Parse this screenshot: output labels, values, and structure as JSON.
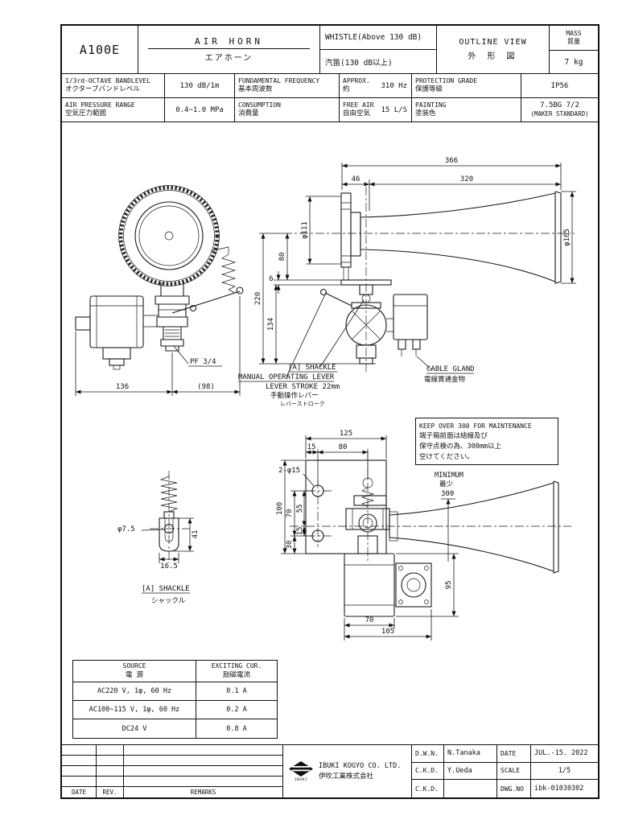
{
  "header": {
    "model": "A100E",
    "product": {
      "en": "AIR HORN",
      "ja": "エアホーン"
    },
    "whistle": {
      "en": "WHISTLE(Above 130 dB)",
      "ja": "汽笛(130 dB以上)"
    },
    "outline": {
      "en": "OUTLINE VIEW",
      "ja": "外 形 図"
    },
    "mass": {
      "en": "MASS",
      "ja": "質量",
      "value": "7 kg"
    }
  },
  "specs": {
    "bandlevel": {
      "en": "1/3rd-OCTAVE BANDLEVEL",
      "ja": "オクターブバンドレベル",
      "value": "130 dB/1m"
    },
    "frequency": {
      "en": "FUNDAMENTAL FREQUENCY",
      "ja": "基本周波数"
    },
    "approx": {
      "en": "APPROX.",
      "ja": "約",
      "value": "310 Hz"
    },
    "protection": {
      "en": "PROTECTION GRADE",
      "ja": "保護等級",
      "value": "IP56"
    },
    "pressure": {
      "en": "AIR PRESSURE RANGE",
      "ja": "空気圧力範囲",
      "value": "0.4~1.0 MPa"
    },
    "consumption": {
      "en": "CONSUMPTION",
      "ja": "消費量"
    },
    "freeair": {
      "en": "FREE AIR",
      "ja": "自由空気",
      "value": "15 L/S"
    },
    "painting": {
      "en": "PAINTING",
      "ja": "塗装色",
      "value": "7.5BG 7/2",
      "note": "(MAKER STANDARD)"
    }
  },
  "side_view": {
    "dim_total": "366",
    "dim_flange": "46",
    "dim_horn": "320",
    "dim_bolt_circle": "φ111",
    "dim_bell": "φ165",
    "dim_80": "80",
    "dim_6": "6",
    "dim_220": "220",
    "dim_134": "134",
    "shackle_label": "[A] SHACKLE",
    "lever_label": "MANUAL OPERATING LEVER",
    "lever_stroke": "LEVER STROKE 22mm",
    "lever_ja": "手動操作レバー",
    "lever_stroke_ja": "レバーストローク",
    "gland_en": "CABLE GLAND",
    "gland_ja": "電線貫通金物"
  },
  "front_view": {
    "thread": "PF 3/4",
    "dim_width": "136",
    "dim_lever": "(98)"
  },
  "mount_view": {
    "dim_125": "125",
    "dim_15_top": "15",
    "dim_80": "80",
    "holes": "2-φ15",
    "dim_100": "100",
    "dim_70_left": "70",
    "dim_55": "55",
    "dim_30": "30",
    "dim_15_left": "15",
    "minimum_en": "MINIMUM",
    "minimum_ja": "最少",
    "minimum_value": "300",
    "dim_95": "95",
    "dim_70_bottom": "70",
    "dim_105": "105"
  },
  "shackle_detail": {
    "dim_hole": "φ7.5",
    "dim_41": "41",
    "dim_165": "16.5",
    "label_en": "[A] SHACKLE",
    "label_ja": "シャックル"
  },
  "maintenance_note": {
    "line1": "KEEP OVER 300 FOR MAINTENANCE",
    "line2": "端子箱前面は結線及び",
    "line3": "保守点検の為、300mm以上",
    "line4": "空けてください。"
  },
  "source_table": {
    "col1": {
      "en": "SOURCE",
      "ja": "電 源"
    },
    "col2": {
      "en": "EXCITING CUR.",
      "ja": "励磁電流"
    },
    "rows": [
      {
        "source": "AC220 V, 1φ, 60 Hz",
        "current": "0.1 A"
      },
      {
        "source": "AC100~115 V, 1φ, 60 Hz",
        "current": "0.2 A"
      },
      {
        "source": "DC24 V",
        "current": "0.8 A"
      }
    ]
  },
  "title_block": {
    "company": {
      "logo_text": "IBUKI",
      "en": "IBUKI KOGYO CO. LTD.",
      "ja": "伊吹工業株式会社"
    },
    "rev_headers": {
      "date": "DATE",
      "rev": "REV.",
      "remarks": "REMARKS"
    },
    "info_rows": [
      {
        "c1": "D.W.N.",
        "c2": "N.Tanaka",
        "c3": "DATE",
        "c4": "JUL.-15. 2022"
      },
      {
        "c1": "C.K.D.",
        "c2": "Y.Ueda",
        "c3": "SCALE",
        "c4": "1/5"
      },
      {
        "c1": "C.K.D.",
        "c2": "",
        "c3": "DWG.NO",
        "c4": "ibk-01030302"
      }
    ]
  }
}
